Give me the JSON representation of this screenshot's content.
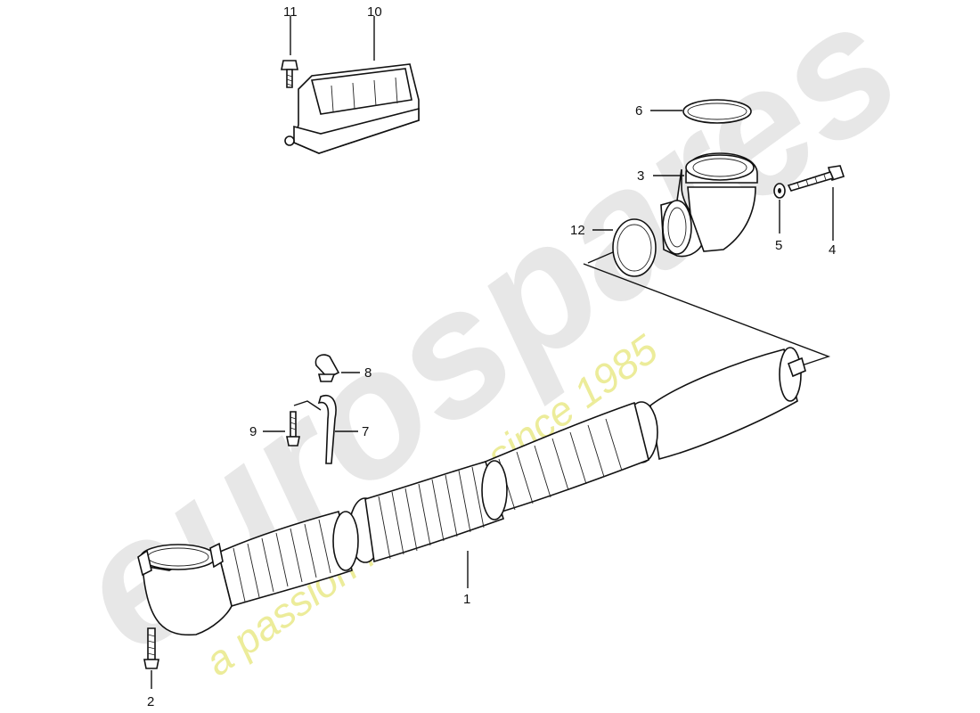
{
  "watermark": {
    "brand": "eurospares",
    "tagline": "a passion for parts since 1985"
  },
  "callouts": {
    "c1": "1",
    "c2": "2",
    "c3": "3",
    "c4": "4",
    "c5": "5",
    "c6": "6",
    "c7": "7",
    "c8": "8",
    "c9": "9",
    "c10": "10",
    "c11": "11",
    "c12": "12"
  }
}
